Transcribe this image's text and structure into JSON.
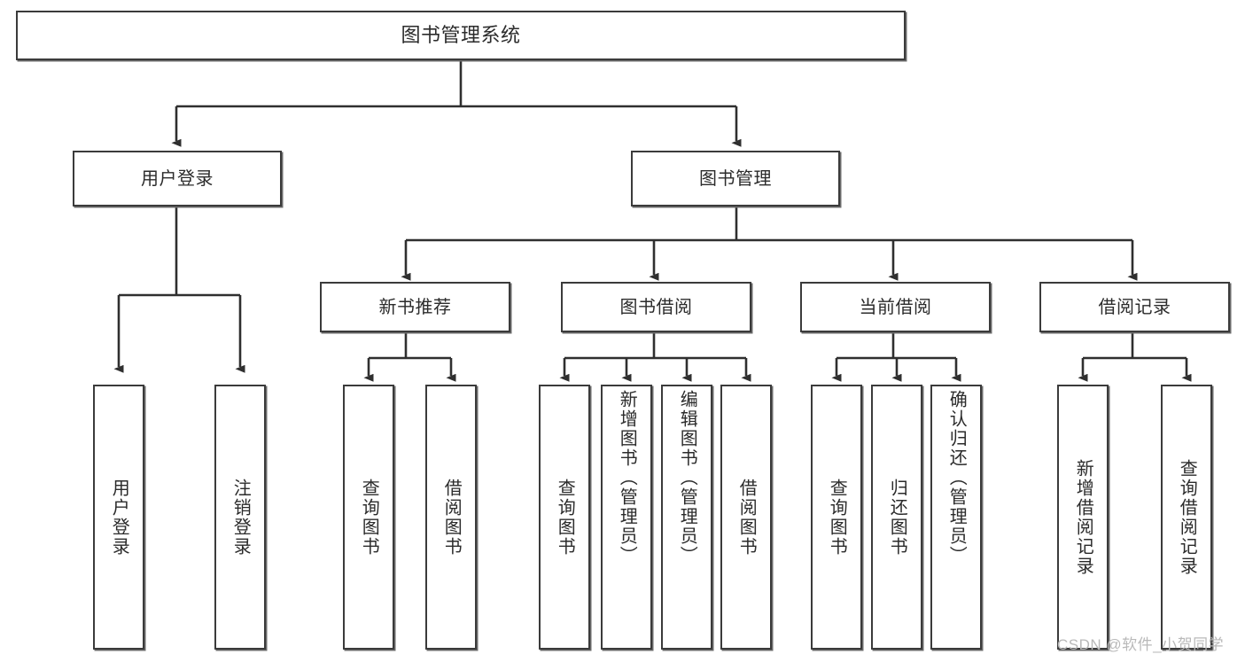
{
  "diagram": {
    "type": "tree-hierarchy-chart",
    "title": "图书管理系统",
    "watermark": "CSDN @软件_小贺同学",
    "colors": {
      "box_border": "#3b3b3b",
      "box_shadow": "#6b6b6b",
      "connector": "#2f2f2f",
      "text": "#2b2b2b",
      "background": "#ffffff",
      "watermark": "#b9b9b9"
    },
    "root": {
      "label": "图书管理系统"
    },
    "level1": [
      {
        "label": "用户登录"
      },
      {
        "label": "图书管理"
      }
    ],
    "level2": [
      {
        "label": "新书推荐"
      },
      {
        "label": "图书借阅"
      },
      {
        "label": "当前借阅"
      },
      {
        "label": "借阅记录"
      }
    ],
    "leaves": [
      {
        "label": "用户登录",
        "parent": "用户登录"
      },
      {
        "label": "注销登录",
        "parent": "用户登录"
      },
      {
        "label": "查询图书",
        "parent": "新书推荐"
      },
      {
        "label": "借阅图书",
        "parent": "新书推荐"
      },
      {
        "label": "查询图书",
        "parent": "图书借阅"
      },
      {
        "label": "新增图书（管理员）",
        "parent": "图书借阅"
      },
      {
        "label": "编辑图书（管理员）",
        "parent": "图书借阅"
      },
      {
        "label": "借阅图书",
        "parent": "图书借阅"
      },
      {
        "label": "查询图书",
        "parent": "当前借阅"
      },
      {
        "label": "归还图书",
        "parent": "当前借阅"
      },
      {
        "label": "确认归还（管理员）",
        "parent": "当前借阅"
      },
      {
        "label": "新增借阅记录",
        "parent": "借阅记录"
      },
      {
        "label": "查询借阅记录",
        "parent": "借阅记录"
      }
    ]
  }
}
